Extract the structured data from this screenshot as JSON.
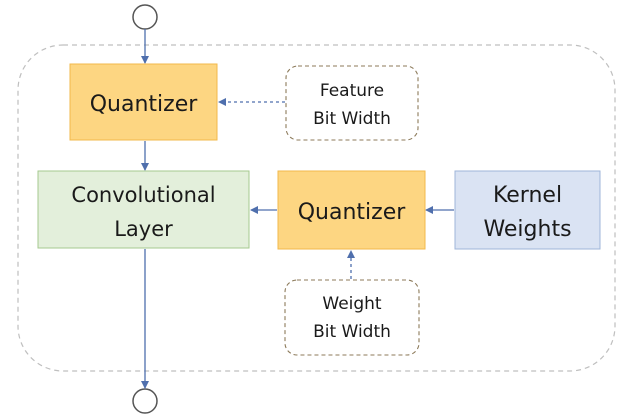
{
  "diagram": {
    "nodes": {
      "feature_quantizer": {
        "label": "Quantizer"
      },
      "feature_bit_width": {
        "line1": "Feature",
        "line2": "Bit Width"
      },
      "conv_layer": {
        "line1": "Convolutional",
        "line2": "Layer"
      },
      "weight_quantizer": {
        "label": "Quantizer"
      },
      "kernel_weights": {
        "line1": "Kernel",
        "line2": "Weights"
      },
      "weight_bit_width": {
        "line1": "Weight",
        "line2": "Bit Width"
      }
    },
    "colors": {
      "quantizer_fill": "#fdd682",
      "quantizer_stroke": "#f2b84b",
      "conv_fill": "#e3efdb",
      "conv_stroke": "#a6c98f",
      "kernel_fill": "#dae3f3",
      "kernel_stroke": "#9fb6d8",
      "arrow": "#4f6fad",
      "dashed_border": "#bfbfbf",
      "param_border": "#8c7a5a",
      "terminal_stroke": "#555555"
    }
  }
}
